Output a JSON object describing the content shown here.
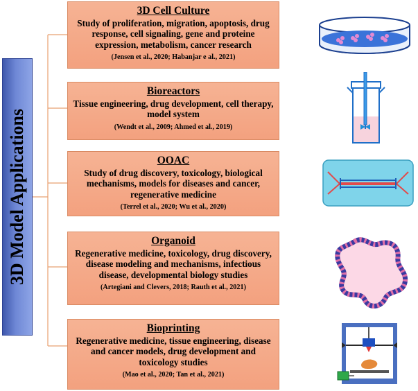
{
  "main_label": "3D Model Applications",
  "boxes": [
    {
      "title": "3D Cell Culture",
      "desc": "Study of proliferation, migration, apoptosis, drug response, cell signaling, gene and proteine expression, metabolism, cancer research",
      "refs": "(Jensen et al., 2020; Habanjar e al., 2021)",
      "icon": "petri-dish-icon"
    },
    {
      "title": "Bioreactors",
      "desc": "Tissue engineering, drug development, cell therapy, model system",
      "refs": "(Wendt et al., 2009; Ahmed et al., 2019)",
      "icon": "bioreactor-icon"
    },
    {
      "title": "OOAC",
      "desc": "Study of drug discovery, toxicology, biological mechanisms, models for diseases and cancer, regenerative medicine",
      "refs": "(Terrel et al., 2020; Wu et al., 2020)",
      "icon": "organ-on-chip-icon"
    },
    {
      "title": "Organoid",
      "desc": "Regenerative medicine, toxicology, drug discovery, disease modeling and mechanisms, infectious disease, developmental biology studies",
      "refs": "(Artegiani and Clevers, 2018;  Rauth et al., 2021)",
      "icon": "organoid-icon"
    },
    {
      "title": "Bioprinting",
      "desc": "Regenerative medicine, tissue engineering, disease and cancer models, drug development and toxicology studies",
      "refs": "(Mao et al., 2020; Tan et al., 2021)",
      "icon": "bioprinter-icon"
    }
  ],
  "colors": {
    "box_fill": "#f4a886",
    "box_border": "#d98a62",
    "bar_fill": "#5670c4",
    "connector": "#e8a070"
  }
}
